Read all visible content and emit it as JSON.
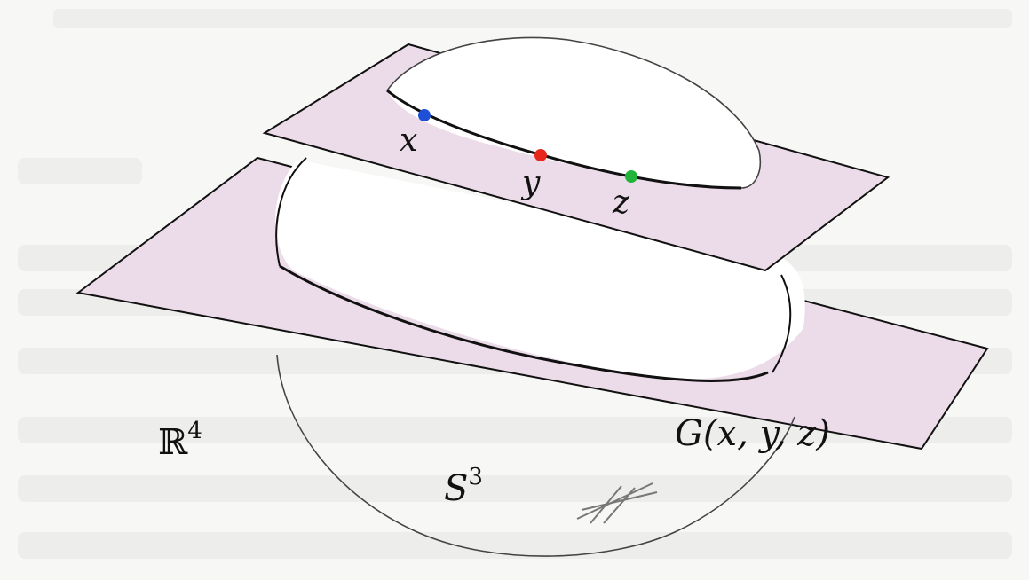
{
  "diagram": {
    "labels": {
      "point_x": "x",
      "point_y": "y",
      "point_z": "z",
      "ambient_base": "ℝ",
      "ambient_exp": "4",
      "sphere_base": "S",
      "sphere_exp": "3",
      "plane_label": "G(x, y, z)"
    },
    "colors": {
      "plane_fill": "#ecdbe8",
      "outline": "#111111",
      "sphere_thin": "#444444",
      "background": "#f7f7f5",
      "point_x": "#1f4fd6",
      "point_y": "#e8271c",
      "point_z": "#22b43a"
    },
    "elements": [
      "background-text-ghost",
      "lower-plane",
      "upper-plane",
      "sphere-outline",
      "three-colored-points",
      "hatch-mark"
    ]
  }
}
